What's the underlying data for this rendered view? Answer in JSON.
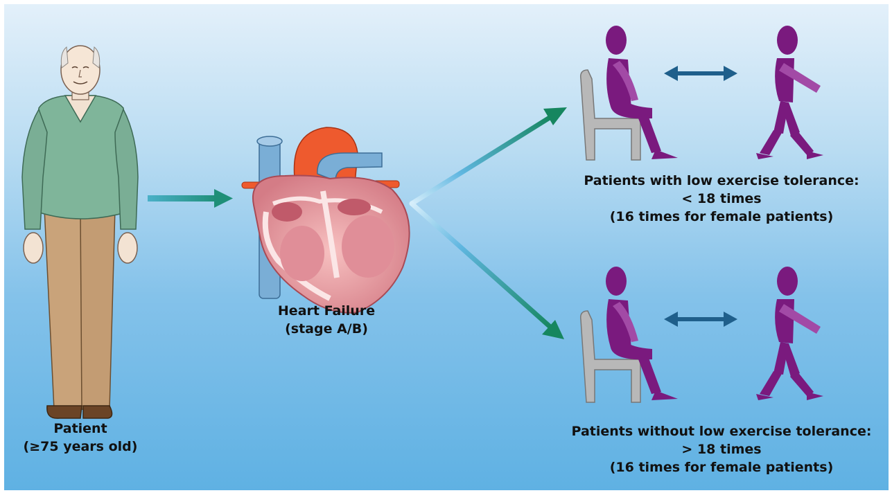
{
  "patient": {
    "label_line1": "Patient",
    "label_line2": "(≥75 years old)"
  },
  "heart": {
    "label_line1": "Heart Failure",
    "label_line2": "(stage A/B)"
  },
  "group_low": {
    "line1": "Patients with low exercise tolerance:",
    "line2": "< 18 times",
    "line3": "(16 times for female patients)"
  },
  "group_normal": {
    "line1": "Patients without low exercise tolerance:",
    "line2": "> 18 times",
    "line3": "(16 times for female patients)"
  },
  "colors": {
    "arrow_teal": "#2a9a8a",
    "figure_purple": "#7a1a7e",
    "double_arrow_blue": "#1f5f8b",
    "chair_gray": "#b8b8b8"
  }
}
